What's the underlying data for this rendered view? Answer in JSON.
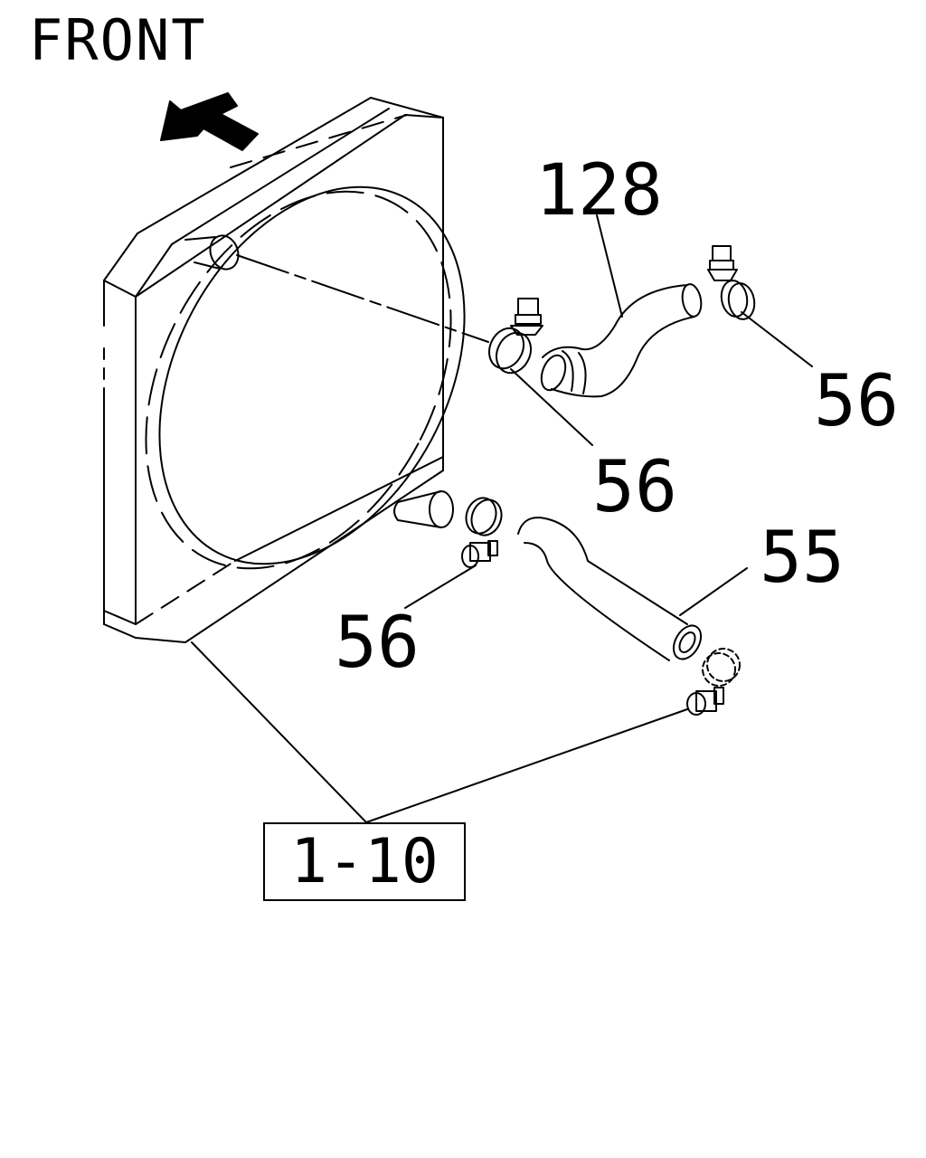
{
  "direction_label": "FRONT",
  "callouts": {
    "hose_upper": "128",
    "clamp_upper_right": "56",
    "clamp_upper_left": "56",
    "hose_lower": "55",
    "clamp_lower_left": "56"
  },
  "reference_box": "1-10",
  "colors": {
    "line": "#000000",
    "background": "#ffffff"
  },
  "icons": [
    "front-arrow-icon",
    "hose-clamp-icon"
  ]
}
